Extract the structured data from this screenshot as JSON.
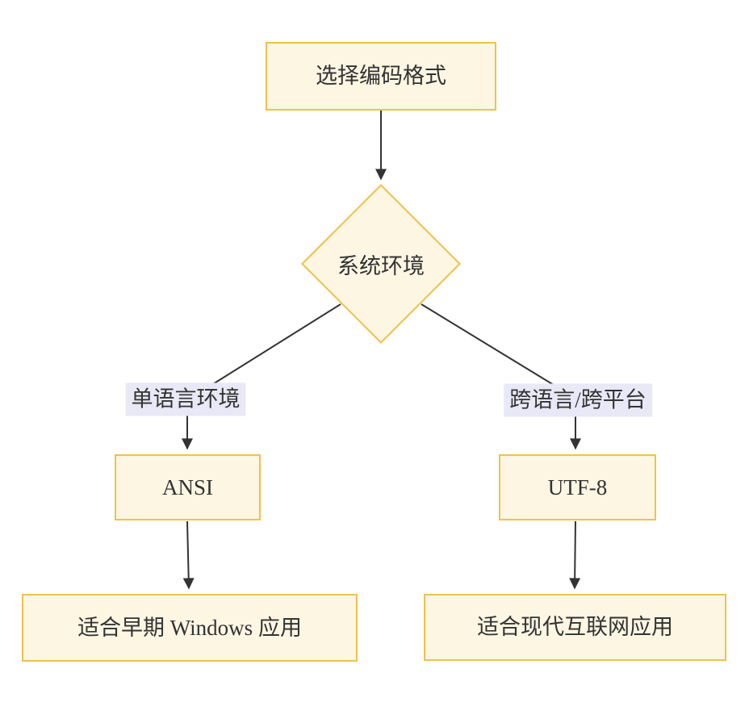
{
  "diagram": {
    "title": "encoding-format-selection-flowchart",
    "nodes": {
      "start": {
        "label": "选择编码格式",
        "shape": "rectangle"
      },
      "decision": {
        "label": "系统环境",
        "shape": "diamond"
      },
      "ansi": {
        "label": "ANSI",
        "shape": "rectangle"
      },
      "utf8": {
        "label": "UTF-8",
        "shape": "rectangle"
      },
      "ansi_result": {
        "label": "适合早期 Windows 应用",
        "shape": "rectangle"
      },
      "utf8_result": {
        "label": "适合现代互联网应用",
        "shape": "rectangle"
      }
    },
    "edges": [
      {
        "from": "start",
        "to": "decision",
        "label": ""
      },
      {
        "from": "decision",
        "to": "ansi",
        "label": "单语言环境"
      },
      {
        "from": "decision",
        "to": "utf8",
        "label": "跨语言/跨平台"
      },
      {
        "from": "ansi",
        "to": "ansi_result",
        "label": ""
      },
      {
        "from": "utf8",
        "to": "utf8_result",
        "label": ""
      }
    ],
    "edge_labels": {
      "left": "单语言环境",
      "right": "跨语言/跨平台"
    }
  },
  "colors": {
    "canvas-bg": "#ffffff",
    "node-fill": "#fdf6e3",
    "node-border": "#f0c14b",
    "edge-line": "#333333",
    "arrow-fill": "#333333",
    "text-color": "#333333",
    "edge-label-bg": "#e8e8f7"
  }
}
